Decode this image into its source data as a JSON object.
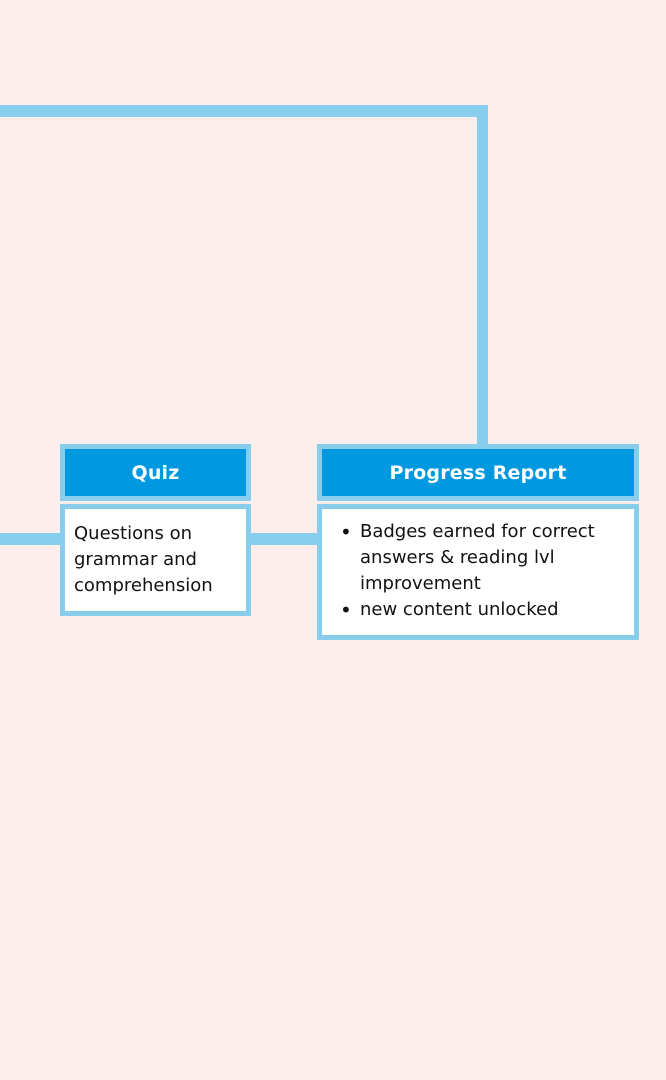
{
  "diagram": {
    "title": "",
    "background_color": "#fdeeee",
    "accent_color": "#0099e0",
    "connector_color": "#89cdec",
    "border_color": "#89cdec",
    "header_text_color": "#ffffff",
    "body_text_color": "#111111"
  },
  "connectors": [
    {
      "name": "top-horizontal-branch",
      "orientation": "horizontal"
    },
    {
      "name": "top-vertical-drop-to-progress-report",
      "orientation": "vertical"
    },
    {
      "name": "left-stub-into-quiz",
      "orientation": "horizontal"
    },
    {
      "name": "quiz-to-progress-report",
      "orientation": "horizontal"
    }
  ],
  "nodes": [
    {
      "id": "quiz",
      "header": "Quiz",
      "body_type": "paragraph",
      "body_text": "Questions on grammar and comprehension"
    },
    {
      "id": "progress_report",
      "header": "Progress Report",
      "body_type": "bullets",
      "bullets": [
        "Badges earned for correct answers & reading lvl improvement",
        "new content unlocked"
      ]
    }
  ]
}
